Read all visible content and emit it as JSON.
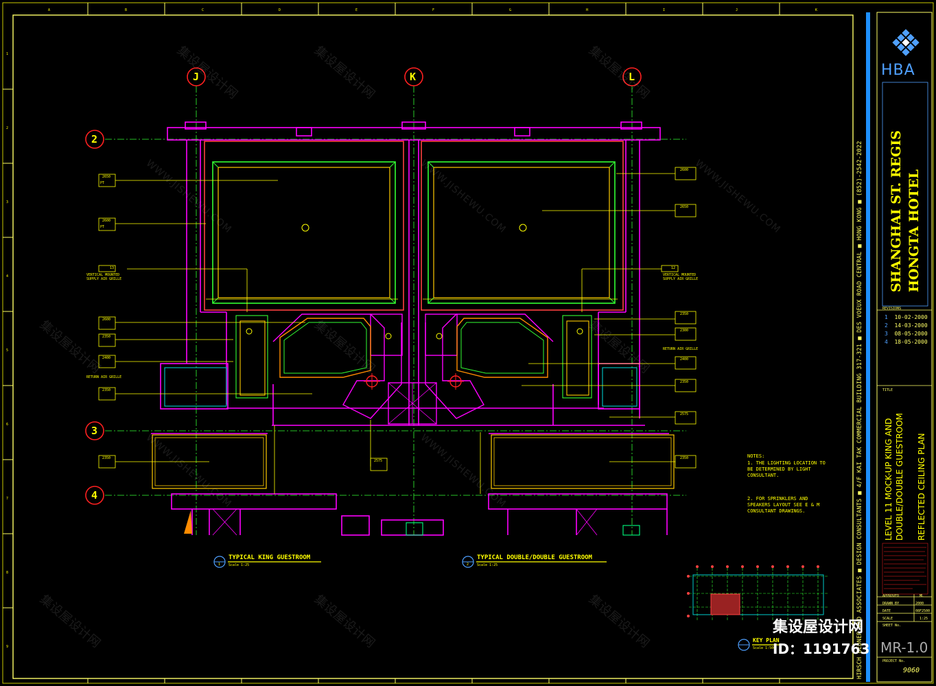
{
  "grid_labels": {
    "cols": [
      "J",
      "K",
      "L"
    ],
    "rows": [
      "2",
      "3",
      "4"
    ]
  },
  "border_cols": [
    "A",
    "B",
    "C",
    "D",
    "E",
    "F",
    "G",
    "H",
    "I",
    "J",
    "K"
  ],
  "border_rows": [
    "1",
    "2",
    "3",
    "4",
    "5",
    "6",
    "7",
    "8",
    "9"
  ],
  "title_block": {
    "firm_logo_text": "HBA",
    "firm_line": "HIRSCH BEDNER AND ASSOCIATES ■ DESIGN CONSULTANTS ■ 4/F KAI TAK COMMERCIAL BUILDING 317-321 ■ DES VOEUX ROAD CENTRAL ■ HONG KONG ■ (852)-2542-2022",
    "project_name_1": "SHANGHAI ST. REGIS",
    "project_name_2": "HONGTA HOTEL",
    "revisions_label": "REVISIONS",
    "revisions": [
      {
        "num": "1",
        "date": "10-02-2000"
      },
      {
        "num": "2",
        "date": "14-03-2000"
      },
      {
        "num": "3",
        "date": "08-05-2000"
      },
      {
        "num": "4",
        "date": "18-05-2000"
      }
    ],
    "title_label": "TITLE",
    "title_1": "LEVEL 11 MOCK-UP KING AND",
    "title_2": "DOUBLE/DOUBLE GUESTROOM",
    "title_3": "REFLECTED CEILING PLAN",
    "approved_label": "APPROVED",
    "approved_value": "ML",
    "drawn_label": "DRAWN BY",
    "drawn_value": "2000",
    "date_label": "DATE",
    "date_value": "08F2500",
    "scale_label": "SCALE",
    "scale_value": "1:25",
    "sheet_label": "SHEET No.",
    "sheet_value": "MR-1.0",
    "project_label": "PROJECT No.",
    "project_value": "9060"
  },
  "plan_titles": {
    "left_num": "1",
    "left": "TYPICAL KING GUESTROOM",
    "left_scale": "Scale 1:25",
    "right_num": "2",
    "right": "TYPICAL DOUBLE/DOUBLE GUESTROOM",
    "right_scale": "Scale 1:25",
    "key_plan": "KEY PLAN",
    "key_scale": "Scale 1:500"
  },
  "notes": {
    "heading": "NOTES:",
    "n1a": "1. THE LIGHTING LOCATION TO",
    "n1b": "BE DETERMINED BY LIGHT",
    "n1c": "CONSULTANT.",
    "n2a": "2.  FOR SPRINKLERS AND",
    "n2b": "SPEAKERS LAYOUT SEE E & M",
    "n2c": "CONSULTANT DRAWINGS."
  },
  "annotations": {
    "vsag": "VERTICAL MOUNTED",
    "vsag2": "SUPPLY AIR GRILLE",
    "rag": "RETURN AIR GRILLE",
    "pt": "PT",
    "tag_13": "13",
    "tag_12": "12",
    "h2650": "2650",
    "h2600": "2600",
    "h2350": "2350",
    "h2400": "2400",
    "h2575": "2575",
    "h2300": "2300"
  },
  "watermark": {
    "cn": "集设屋设计网",
    "en": "WWW.JISHEWU.COM",
    "footer_cn": "集设屋设计网",
    "footer_id": "ID：1191763"
  },
  "colors": {
    "wall": "#ff00ff",
    "ceiling": "#ff3333",
    "green": "#33ff33",
    "yellow": "#ffff00",
    "cyan": "#00ffff",
    "blue": "#1e90ff",
    "orange": "#ff8c00",
    "frame": "#ffff66"
  }
}
